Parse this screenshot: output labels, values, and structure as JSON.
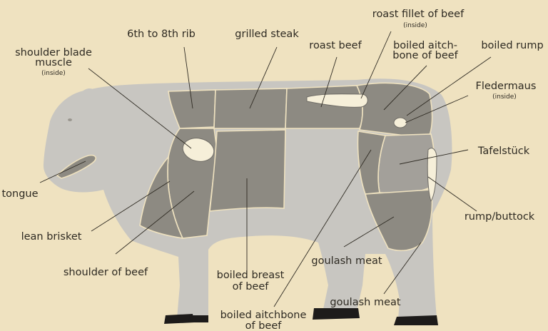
{
  "diagram": {
    "colors": {
      "background": "#efe2c0",
      "body": "#c8c6c1",
      "cut_dark": "#8d8a82",
      "cut_mid": "#a3a09a",
      "highlight": "#f6efd9",
      "text": "#2e2a22",
      "hoof": "#1d1b1a"
    },
    "labels": {
      "roast_fillet": "roast fillet of beef",
      "roast_fillet_note": "(inside)",
      "rib": "6th to 8th rib",
      "grilled_steak": "grilled steak",
      "shoulder_blade_1": "shoulder blade",
      "shoulder_blade_2": "muscle",
      "shoulder_blade_note": "(inside)",
      "roast_beef": "roast beef",
      "aitch_top_1": "boiled aitch-",
      "aitch_top_2": "bone of beef",
      "boiled_rump": "boiled rump",
      "fledermaus": "Fledermaus",
      "fledermaus_note": "(inside)",
      "tafelstueck": "Tafelstück",
      "tongue": "tongue",
      "rump_buttock": "rump/buttock",
      "lean_brisket": "lean brisket",
      "goulash_1": "goulash meat",
      "shoulder_of_beef": "shoulder of beef",
      "breast_1": "boiled breast",
      "breast_2": "of beef",
      "goulash_2": "goulash meat",
      "aitch_bottom_1": "boiled aitchbone",
      "aitch_bottom_2": "of beef"
    }
  }
}
